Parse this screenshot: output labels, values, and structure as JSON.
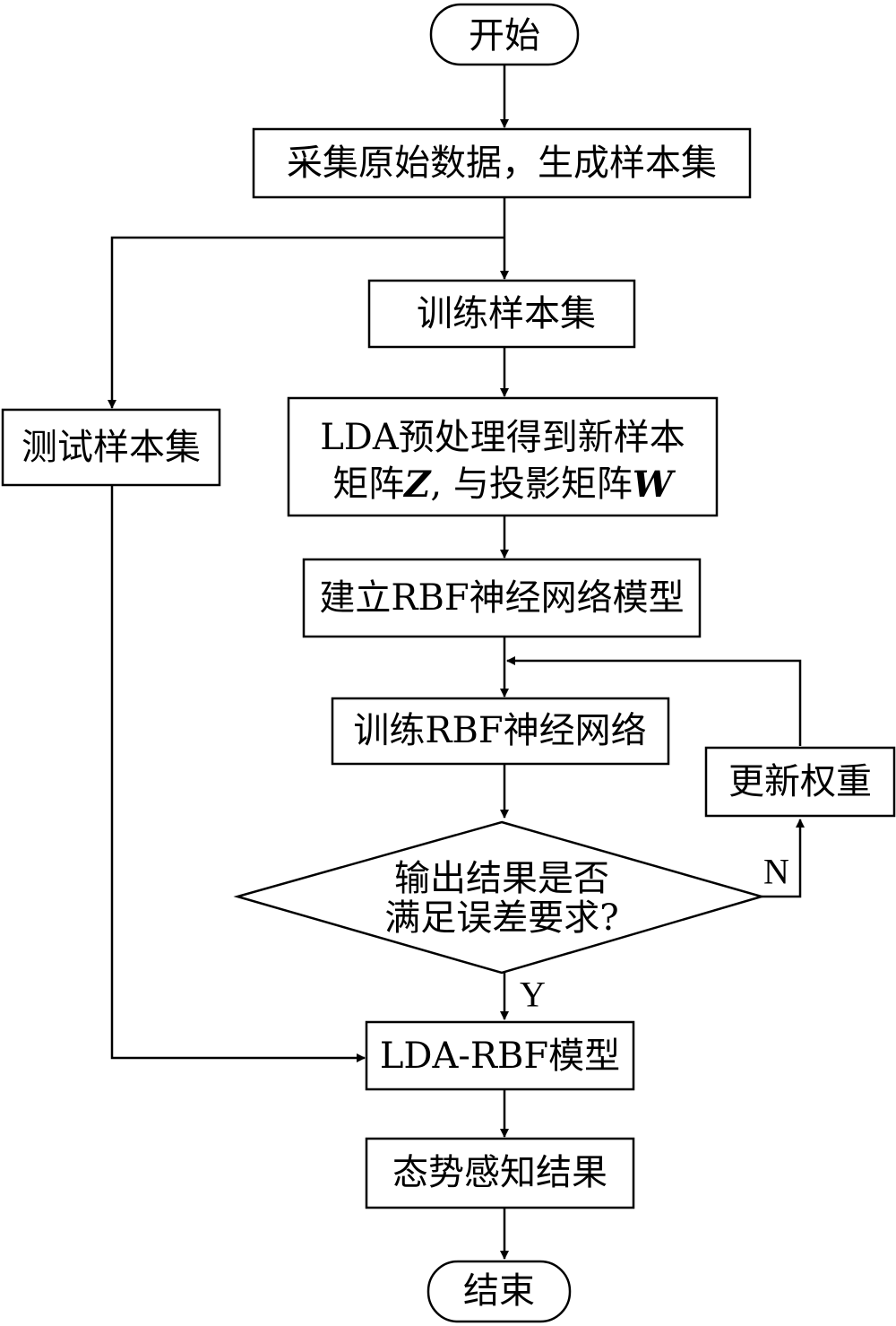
{
  "nodes": {
    "start": "开始",
    "collect": "采集原始数据，生成样本集",
    "train_set": "训练样本集",
    "test_set": "测试样本集",
    "lda_line1": "LDA预处理得到新样本",
    "lda_line2_a": "矩阵",
    "lda_line2_z": "Z",
    "lda_line2_b": ", 与投影矩阵",
    "lda_line2_w": "W",
    "build_rbf": "建立RBF神经网络模型",
    "train_rbf": "训练RBF神经网络",
    "update_weights": "更新权重",
    "decision_line1": "输出结果是否",
    "decision_line2": "满足误差要求?",
    "lda_rbf": "LDA-RBF模型",
    "result": "态势感知结果",
    "end": "结束"
  },
  "edge_labels": {
    "no": "N",
    "yes": "Y"
  }
}
